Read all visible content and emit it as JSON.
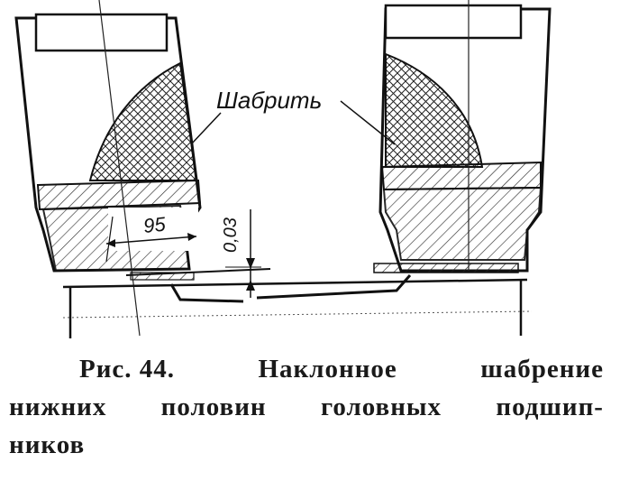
{
  "figure": {
    "label_scrape": "Шабрить",
    "dim_width": "95",
    "dim_gap": "0,03"
  },
  "caption": {
    "fig_number": "Рис. 44.",
    "line1_word1": "Наклонное",
    "line1_word2": "шабрение",
    "line2_word1": "нижних",
    "line2_word2": "половин",
    "line2_word3": "головных",
    "line2_word4": "подшип-",
    "line3": "ников"
  }
}
